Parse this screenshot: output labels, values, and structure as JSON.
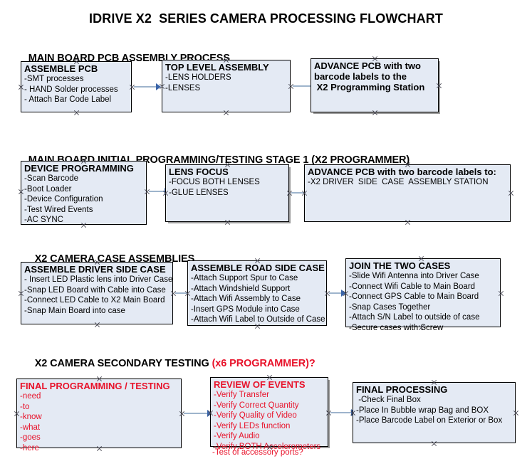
{
  "document": {
    "title": "IDRIVE X2  SERIES CAMERA PROCESSING FLOWCHART",
    "background_color": "#ffffff",
    "box_fill_color": "#e4eaf4",
    "box_border_color": "#000000",
    "text_color": "#000000",
    "accent_color": "#e8122a",
    "arrow_shaft_color": "#9eb4cc",
    "arrow_head_color": "#3a64a8"
  },
  "sections": [
    {
      "id": "main-board-pcb-assembly-process",
      "title": "MAIN BOARD PCB ASSEMBLY PROCESS",
      "title_accent": "",
      "nodes": [
        {
          "id": "assemble-pcb",
          "title": "ASSEMBLE PCB",
          "lines": [
            "-SMT processes",
            "- HAND Solder processes",
            "- Attach Bar Code Label"
          ]
        },
        {
          "id": "top-level-assembly",
          "title": "TOP LEVEL ASSEMBLY",
          "lines": [
            "-LENS HOLDERS",
            "-LENSES"
          ]
        },
        {
          "id": "advance-pcb-programming-station",
          "title": "ADVANCE PCB with two",
          "lines": [
            "barcode labels to the",
            " X2 Programming Station"
          ]
        }
      ]
    },
    {
      "id": "main-board-initial-programming",
      "title": "MAIN BOARD INITIAL PROGRAMMING/TESTING STAGE 1 (X2 PROGRAMMER)",
      "title_accent": "",
      "nodes": [
        {
          "id": "device-programming",
          "title": "DEVICE PROGRAMMING",
          "lines": [
            "-Scan Barcode",
            "-Boot Loader",
            "-Device Configuration",
            "-Test Wired Events",
            "-AC SYNC"
          ]
        },
        {
          "id": "lens-focus",
          "title": "LENS FOCUS",
          "lines": [
            "-FOCUS BOTH LENSES",
            "-GLUE LENSES"
          ]
        },
        {
          "id": "advance-pcb-driver-side-case",
          "title": "ADVANCE PCB with two barcode labels to:",
          "lines": [
            "-X2 DRIVER  SIDE  CASE  ASSEMBLY STATION"
          ]
        }
      ]
    },
    {
      "id": "x2-camera-case-assemblies",
      "title": "X2 CAMERA CASE ASSEMBLIES",
      "title_accent": "",
      "nodes": [
        {
          "id": "assemble-driver-side-case",
          "title": "ASSEMBLE DRIVER SIDE CASE",
          "lines": [
            "- Insert LED Plastic lens into Driver Case",
            "-Snap LED Board with Cable into Case",
            "-Connect LED Cable to X2 Main Board",
            "-Snap Main Board into case"
          ]
        },
        {
          "id": "assemble-road-side-case",
          "title": "ASSEMBLE ROAD SIDE CASE",
          "lines": [
            "-Attach Support Spur to Case",
            "-Attach Windshield Support",
            "-Attach Wifi Assembly to Case",
            "-Insert GPS Module into Case",
            "-Attach Wifi Label to Outside of Case"
          ]
        },
        {
          "id": "join-the-two-cases",
          "title": "JOIN THE TWO CASES",
          "lines": [
            "-Slide Wifi Antenna into Driver Case",
            "-Connect Wifi Cable to Main Board",
            "-Connect GPS Cable to Main Board",
            "-Snap Cases Together",
            "-Attach S/N Label to outside of case",
            "-Secure cases with Screw"
          ]
        }
      ]
    },
    {
      "id": "x2-camera-secondary-testing",
      "title": "X2 CAMERA SECONDARY TESTING ",
      "title_accent": "(x6 PROGRAMMER)?",
      "nodes": [
        {
          "id": "final-programming-testing",
          "title": "FINAL PROGRAMMING / TESTING",
          "lines": [
            "-need",
            "-to",
            "-know",
            "-what",
            "-goes",
            "-here"
          ]
        },
        {
          "id": "review-of-events",
          "title": "REVIEW OF EVENTS",
          "lines": [
            "-Verify Transfer",
            "-Verify Correct Quantity",
            "-Verify Quality of Video",
            "-Verify LEDs function",
            "-Verify Audio",
            "-Verify BOTH Accelerometers"
          ],
          "overflow_line": "-Test of accessory ports?"
        },
        {
          "id": "final-processing",
          "title": "FINAL PROCESSING",
          "lines": [
            " -Check Final Box",
            "-Place In Bubble wrap Bag and BOX",
            "-Place Barcode Label on Exterior or Box"
          ]
        }
      ]
    }
  ]
}
